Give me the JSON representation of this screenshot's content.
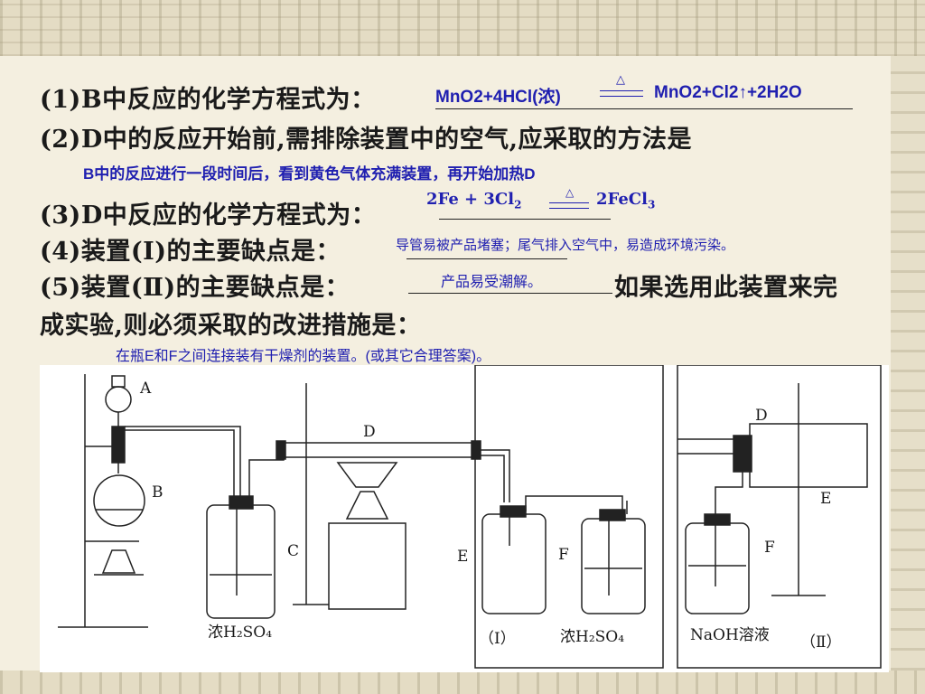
{
  "questions": {
    "q1": "(1)B中反应的化学方程式为：",
    "q2": "(2)D中的反应开始前,需排除装置中的空气,应采取的方法是",
    "q3": "(3)D中反应的化学方程式为：",
    "q4": "(4)装置(Ⅰ)的主要缺点是：",
    "q5a": "(5)装置(Ⅱ)的主要缺点是：",
    "q5b": "如果选用此装置来完",
    "q5c": "成实验,则必须采取的改进措施是："
  },
  "answers": {
    "a1_left": "MnO2+4HCl(浓)",
    "a1_right": "MnO2+Cl2↑+2H2O",
    "a1_heat": "△",
    "a2": "B中的反应进行一段时间后，看到黄色气体充满装置，再开始加热D",
    "a3_left": "2Fe  +  3Cl",
    "a3_sub2": "2",
    "a3_heat": "△",
    "a3_right": "2FeCl",
    "a3_sub3": "3",
    "a4": "导管易被产品堵塞；尾气排入空气中，易造成环境污染。",
    "a5": "产品易受潮解。",
    "a5_fix": "在瓶E和F之间连接装有干燥剂的装置。(或其它合理答案)。"
  },
  "diagram": {
    "A": "A",
    "B": "B",
    "C": "C",
    "D": "D",
    "E": "E",
    "F": "F",
    "D2": "D",
    "E2": "E",
    "F2": "F",
    "conc_h2so4_1": "浓H₂SO₄",
    "group1": "（Ⅰ）",
    "conc_h2so4_2": "浓H₂SO₄",
    "naoh": "NaOH溶液",
    "group2": "（Ⅱ）"
  }
}
